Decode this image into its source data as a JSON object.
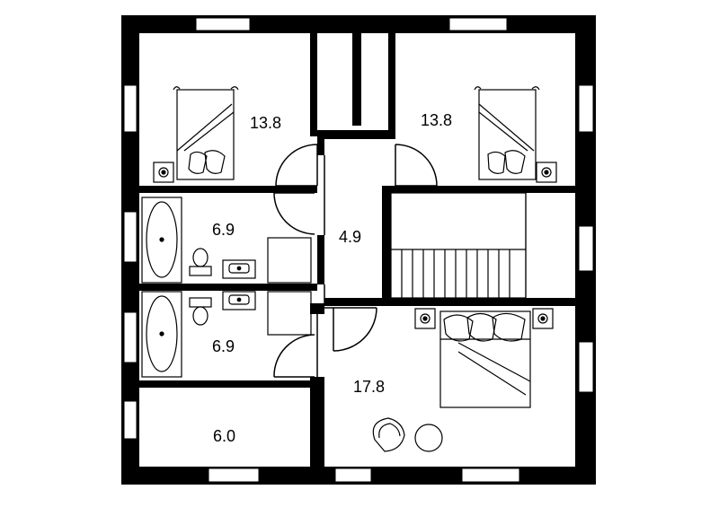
{
  "rooms": {
    "bedroom_top_left": {
      "area": "13.8"
    },
    "bedroom_top_right": {
      "area": "13.8"
    },
    "bathroom_upper": {
      "area": "6.9"
    },
    "bathroom_lower": {
      "area": "6.9"
    },
    "hall": {
      "area": "4.9"
    },
    "master_bedroom": {
      "area": "17.8"
    },
    "storage": {
      "area": "6.0"
    }
  },
  "colors": {
    "wall": "#000000",
    "line": "#000000",
    "background": "#ffffff"
  }
}
